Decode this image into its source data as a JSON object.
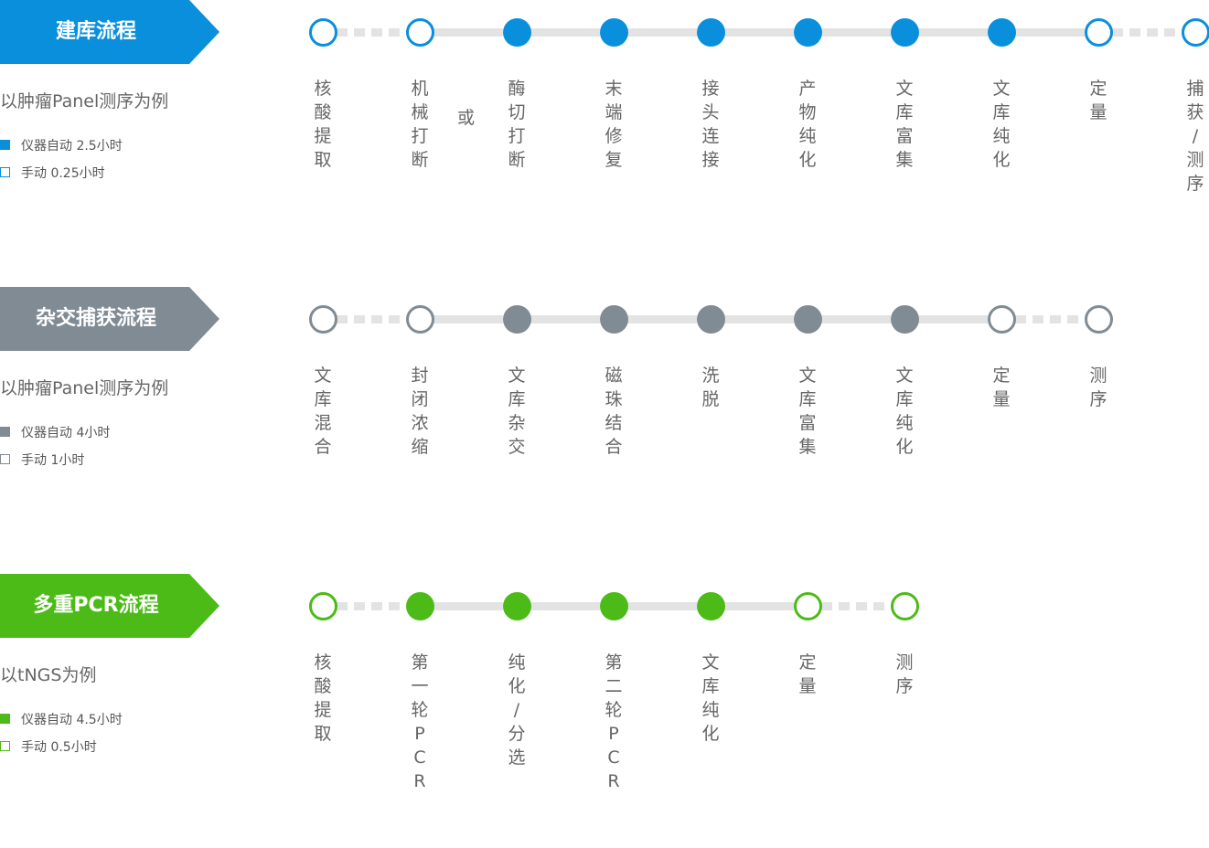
{
  "sections": [
    {
      "id": "library",
      "title": "建库流程",
      "color": "#0a8fdc",
      "example": "以肿瘤Panel测序为例",
      "legend_auto": "仪器自动 2.5小时",
      "legend_manual": "手动 0.25小时",
      "steps": [
        {
          "label": "核酸提取",
          "type": "hollow"
        },
        {
          "label": "机械打断",
          "type": "hollow"
        },
        {
          "label": "酶切打断",
          "type": "filled"
        },
        {
          "label": "末端修复",
          "type": "filled"
        },
        {
          "label": "接头连接",
          "type": "filled"
        },
        {
          "label": "产物纯化",
          "type": "filled"
        },
        {
          "label": "文库富集",
          "type": "filled"
        },
        {
          "label": "文库纯化",
          "type": "filled"
        },
        {
          "label": "定量",
          "type": "hollow"
        },
        {
          "label": "捕获/测序",
          "type": "hollow"
        }
      ],
      "connectors": [
        "dashed",
        "solid",
        "solid",
        "solid",
        "solid",
        "solid",
        "solid",
        "solid",
        "dashed"
      ],
      "or_text": "或"
    },
    {
      "id": "hybrid",
      "title": "杂交捕获流程",
      "color": "#808b94",
      "example": "以肿瘤Panel测序为例",
      "legend_auto": "仪器自动 4小时",
      "legend_manual": "手动 1小时",
      "steps": [
        {
          "label": "文库混合",
          "type": "hollow"
        },
        {
          "label": "封闭浓缩",
          "type": "hollow"
        },
        {
          "label": "文库杂交",
          "type": "filled"
        },
        {
          "label": "磁珠结合",
          "type": "filled"
        },
        {
          "label": "洗脱",
          "type": "filled"
        },
        {
          "label": "文库富集",
          "type": "filled"
        },
        {
          "label": "文库纯化",
          "type": "filled"
        },
        {
          "label": "定量",
          "type": "hollow"
        },
        {
          "label": "测序",
          "type": "hollow"
        }
      ],
      "connectors": [
        "dashed",
        "solid",
        "solid",
        "solid",
        "solid",
        "solid",
        "solid",
        "dashed"
      ]
    },
    {
      "id": "pcr",
      "title": "多重PCR流程",
      "color": "#4cbb17",
      "example": "以tNGS为例",
      "legend_auto": "仪器自动 4.5小时",
      "legend_manual": "手动 0.5小时",
      "steps": [
        {
          "label": "核酸提取",
          "type": "hollow"
        },
        {
          "label": "第一轮PCR",
          "type": "filled"
        },
        {
          "label": "纯化/分选",
          "type": "filled"
        },
        {
          "label": "第二轮PCR",
          "type": "filled"
        },
        {
          "label": "文库纯化",
          "type": "filled"
        },
        {
          "label": "定量",
          "type": "hollow"
        },
        {
          "label": "测序",
          "type": "hollow"
        }
      ],
      "connectors": [
        "dashed",
        "solid",
        "solid",
        "solid",
        "solid",
        "dashed"
      ]
    }
  ]
}
